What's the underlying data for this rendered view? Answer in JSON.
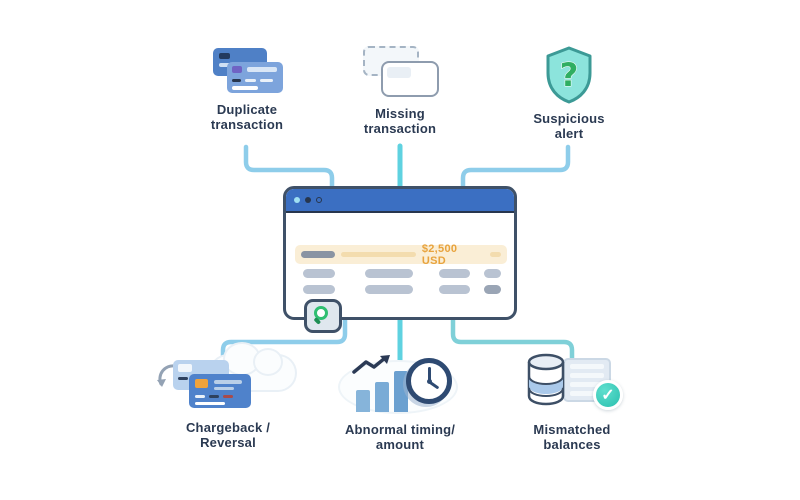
{
  "top_nodes": [
    {
      "id": "duplicate-transaction",
      "icon": "duplicate-cards-icon",
      "label_line1": "Duplicate",
      "label_line2": "transaction"
    },
    {
      "id": "missing-transaction",
      "icon": "ghost-card-icon",
      "label_line1": "Missing",
      "label_line2": "transaction"
    },
    {
      "id": "suspicious-alert",
      "icon": "shield-question-icon",
      "label_line1": "Suspicious",
      "label_line2": "alert"
    }
  ],
  "bottom_nodes": [
    {
      "id": "chargeback-reversal",
      "icon": "card-reversal-icon",
      "label_line1": "Chargeback /",
      "label_line2": "Reversal"
    },
    {
      "id": "abnormal-timing-amount",
      "icon": "bar-chart-clock-icon",
      "label_line1": "Abnormal timing/",
      "label_line2": "amount"
    },
    {
      "id": "mismatched-balances",
      "icon": "database-check-icon",
      "label_line1": "Mismatched",
      "label_line2": "balances"
    }
  ],
  "center_window": {
    "name": "transaction-browser-window",
    "titlebar_dots": 3,
    "highlight_row": {
      "amount_label": "$2,500 USD"
    },
    "placeholder_rows": 2,
    "shield_question_glyph": "?",
    "check_glyph": "✓"
  },
  "colors": {
    "connector_blue": "#8ecdea",
    "connector_cyan": "#5fd2e0",
    "connector_teal": "#7fd0d8",
    "titlebar_blue": "#3b6fc2",
    "window_border": "#3f5168",
    "highlight_bg": "#faeed6",
    "amount_orange": "#e8a33d",
    "label_navy": "#2b3a52",
    "shield_teal": "#8ce4dc",
    "question_green": "#2fae62",
    "check_teal": "#2abfae",
    "card_blue": "#4f82cb",
    "magnifier_green": "#2fbf71"
  }
}
